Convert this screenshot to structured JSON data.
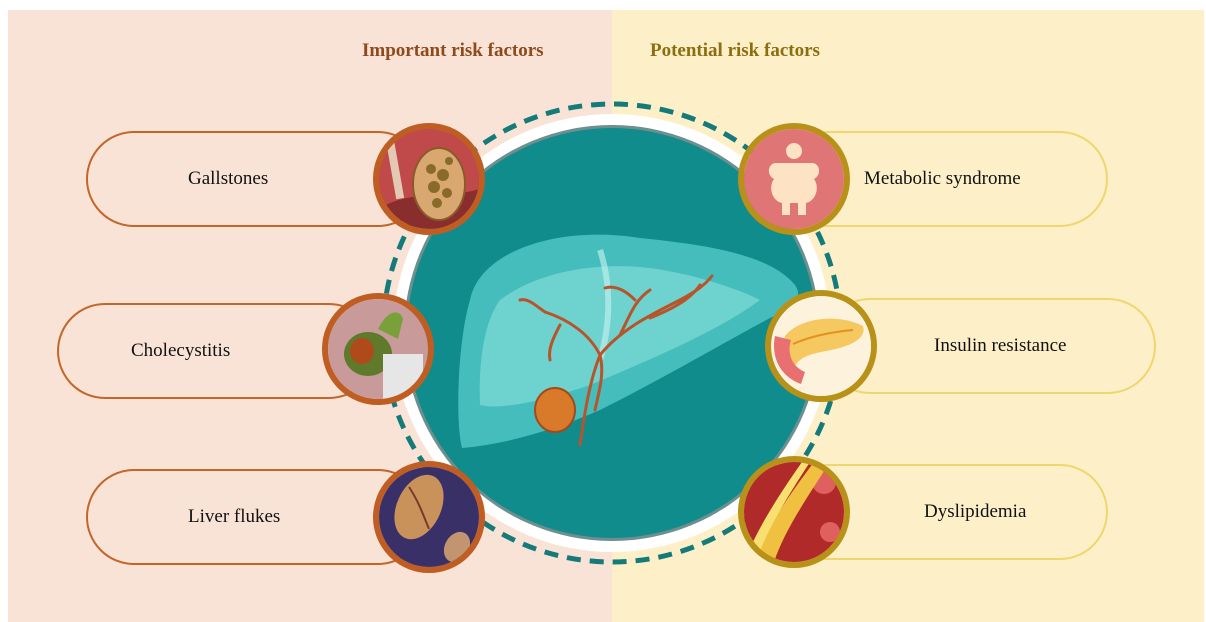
{
  "headings": {
    "important": "Important risk factors",
    "potential": "Potential risk factors"
  },
  "important_factors": [
    {
      "label": "Gallstones",
      "icon": "gallstones-illustration"
    },
    {
      "label": "Cholecystitis",
      "icon": "inflamed-gallbladder-illustration"
    },
    {
      "label": "Liver flukes",
      "icon": "liver-fluke-parasite-illustration"
    }
  ],
  "potential_factors": [
    {
      "label": "Metabolic syndrome",
      "icon": "obese-body-icon"
    },
    {
      "label": "Insulin resistance",
      "icon": "pancreas-icon"
    },
    {
      "label": "Dyslipidemia",
      "icon": "clogged-artery-illustration"
    }
  ],
  "center": {
    "icon": "liver-with-bile-ducts-illustration"
  },
  "colors": {
    "left_panel": "#f8e3d6",
    "right_panel": "#fdefc8",
    "left_accent": "#bf5d22",
    "right_accent": "#b89218",
    "center_teal": "#108c8c",
    "dashed_ring": "#147a7a"
  }
}
